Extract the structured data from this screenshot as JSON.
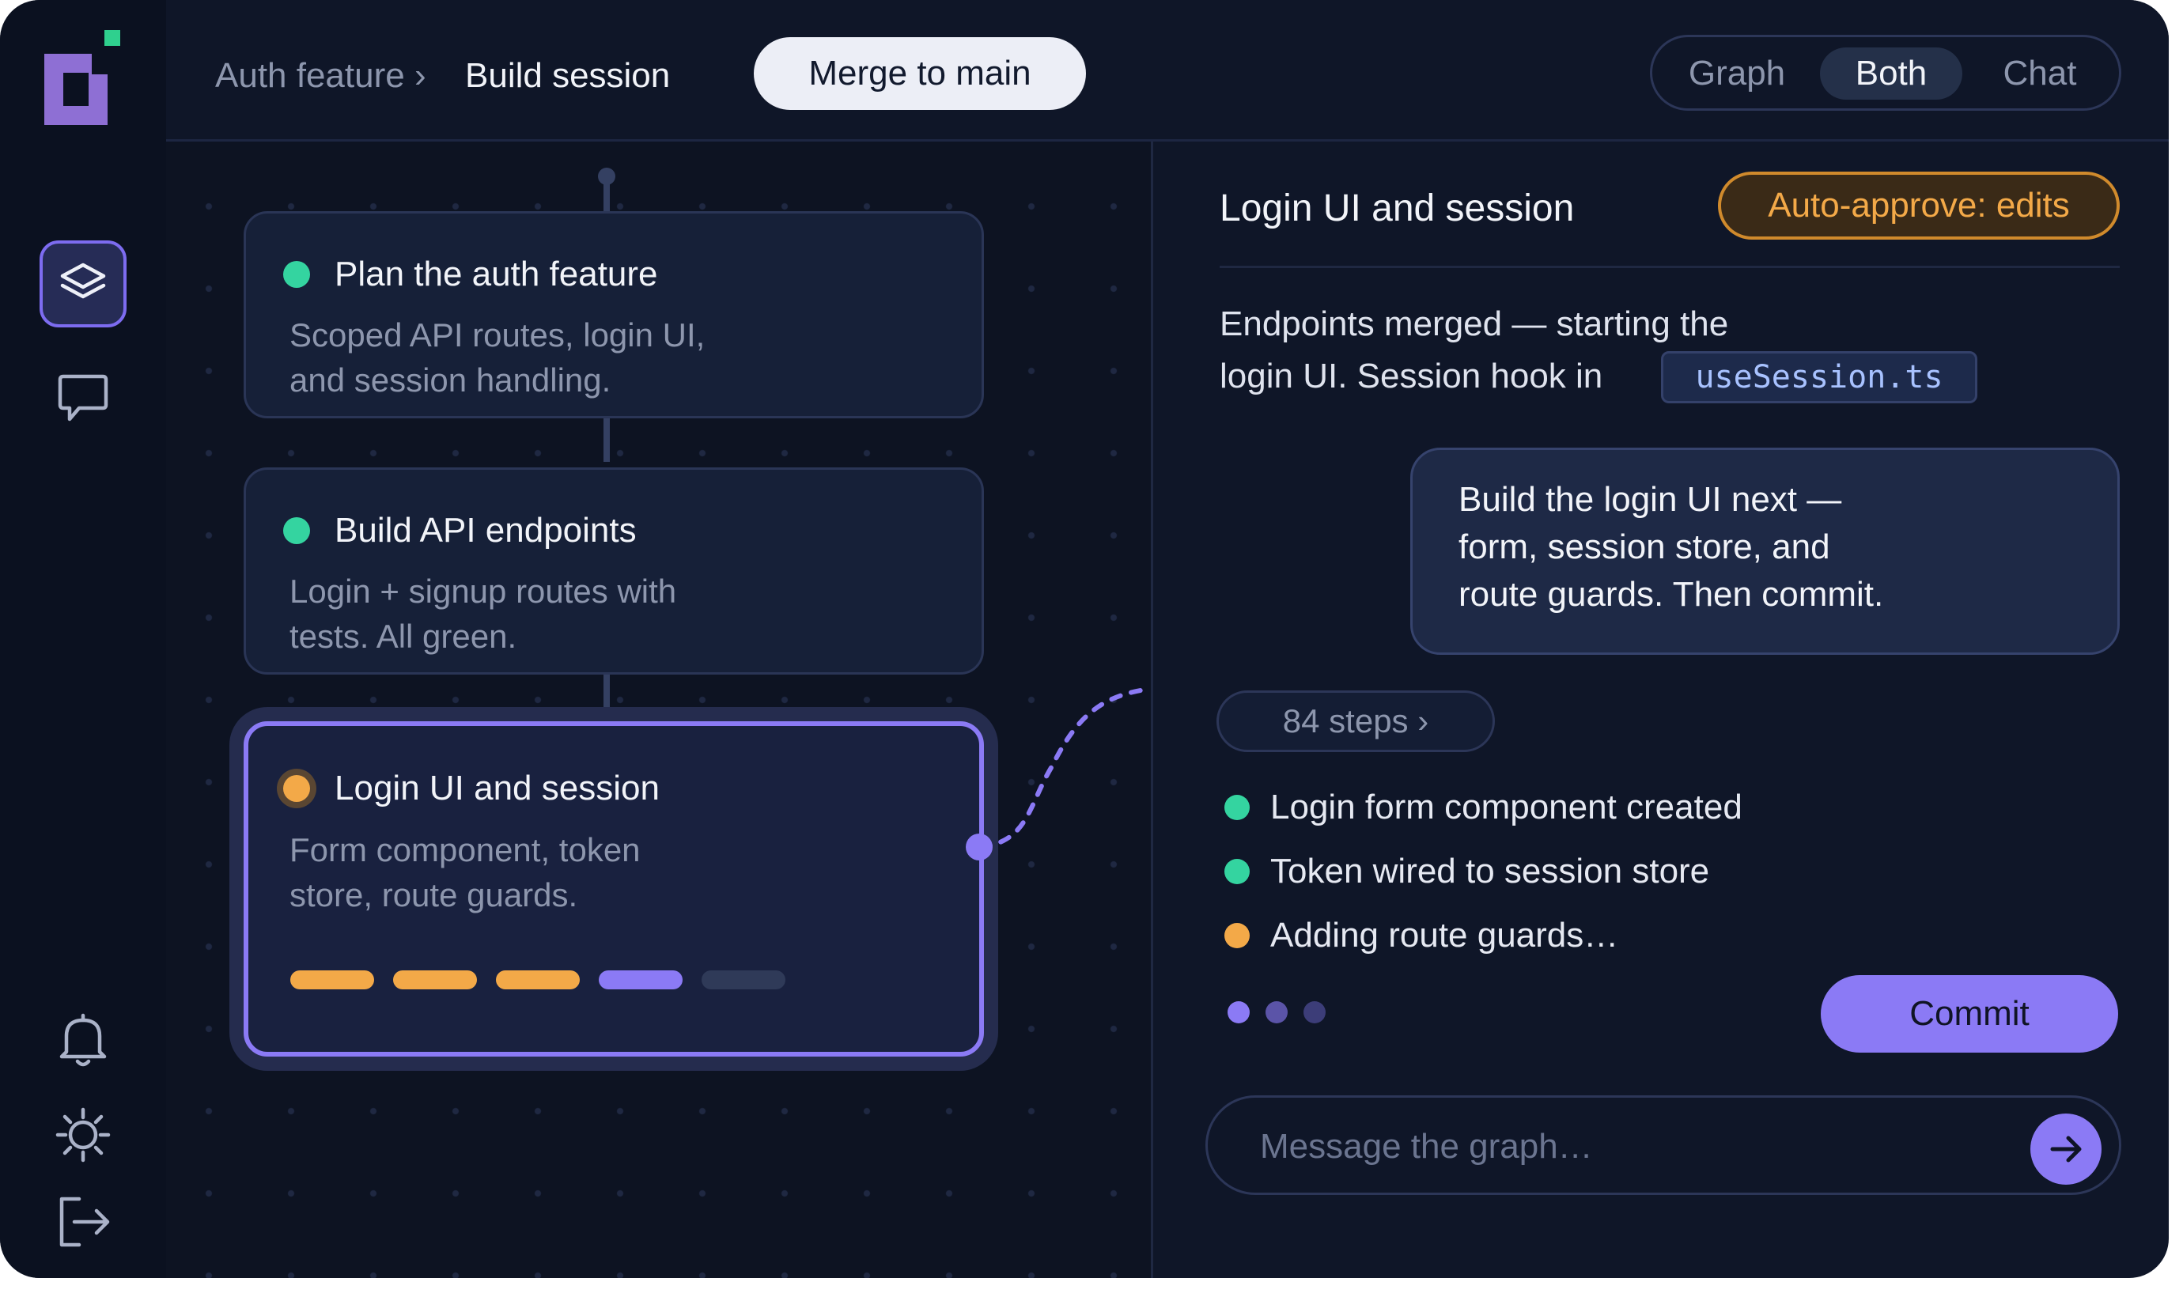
{
  "colors": {
    "accent": "#8b7af5",
    "success": "#34d4a0",
    "warning": "#f3a948",
    "background": "#0f1628"
  },
  "sidebar": {
    "logo": "logo-mark",
    "items": [
      {
        "name": "graph-layers",
        "icon": "layers-icon",
        "active": true
      },
      {
        "name": "chat",
        "icon": "chat-bubble-icon",
        "active": false
      }
    ],
    "bottom_items": [
      {
        "name": "notifications",
        "icon": "bell-icon"
      },
      {
        "name": "settings",
        "icon": "gear-icon"
      },
      {
        "name": "logout",
        "icon": "logout-icon"
      }
    ]
  },
  "header": {
    "breadcrumb_parent": "Auth feature ›",
    "breadcrumb_current": "Build session",
    "merge_label": "Merge to main",
    "view_options": [
      "Graph",
      "Both",
      "Chat"
    ],
    "view_selected": "Both"
  },
  "graph": {
    "nodes": [
      {
        "title": "Plan the auth feature",
        "desc_lines": [
          "Scoped API routes, login UI,",
          "and session handling."
        ],
        "status": "done"
      },
      {
        "title": "Build API endpoints",
        "desc_lines": [
          "Login + signup routes with",
          "tests. All green."
        ],
        "status": "done"
      },
      {
        "title": "Login UI and session",
        "desc_lines": [
          "Form component, token",
          "store, route guards."
        ],
        "status": "in-progress",
        "progress_segments": [
          "done",
          "done",
          "done",
          "active",
          "pending"
        ]
      }
    ]
  },
  "chat": {
    "title": "Login UI and session",
    "auto_approve": "Auto-approve: edits",
    "assistant_line1": "Endpoints merged — starting the",
    "assistant_line2": "login UI. Session hook in",
    "code_ref": "useSession.ts",
    "user_message_lines": [
      "Build the login UI next —",
      "form, session store, and",
      "route guards. Then commit."
    ],
    "steps_label": "84 steps ›",
    "steps": [
      {
        "text": "Login form component created",
        "status": "done"
      },
      {
        "text": "Token wired to session store",
        "status": "done"
      },
      {
        "text": "Adding route guards…",
        "status": "in-progress"
      }
    ],
    "commit_label": "Commit",
    "input_placeholder": "Message the graph…",
    "send_icon": "arrow-right-icon"
  }
}
